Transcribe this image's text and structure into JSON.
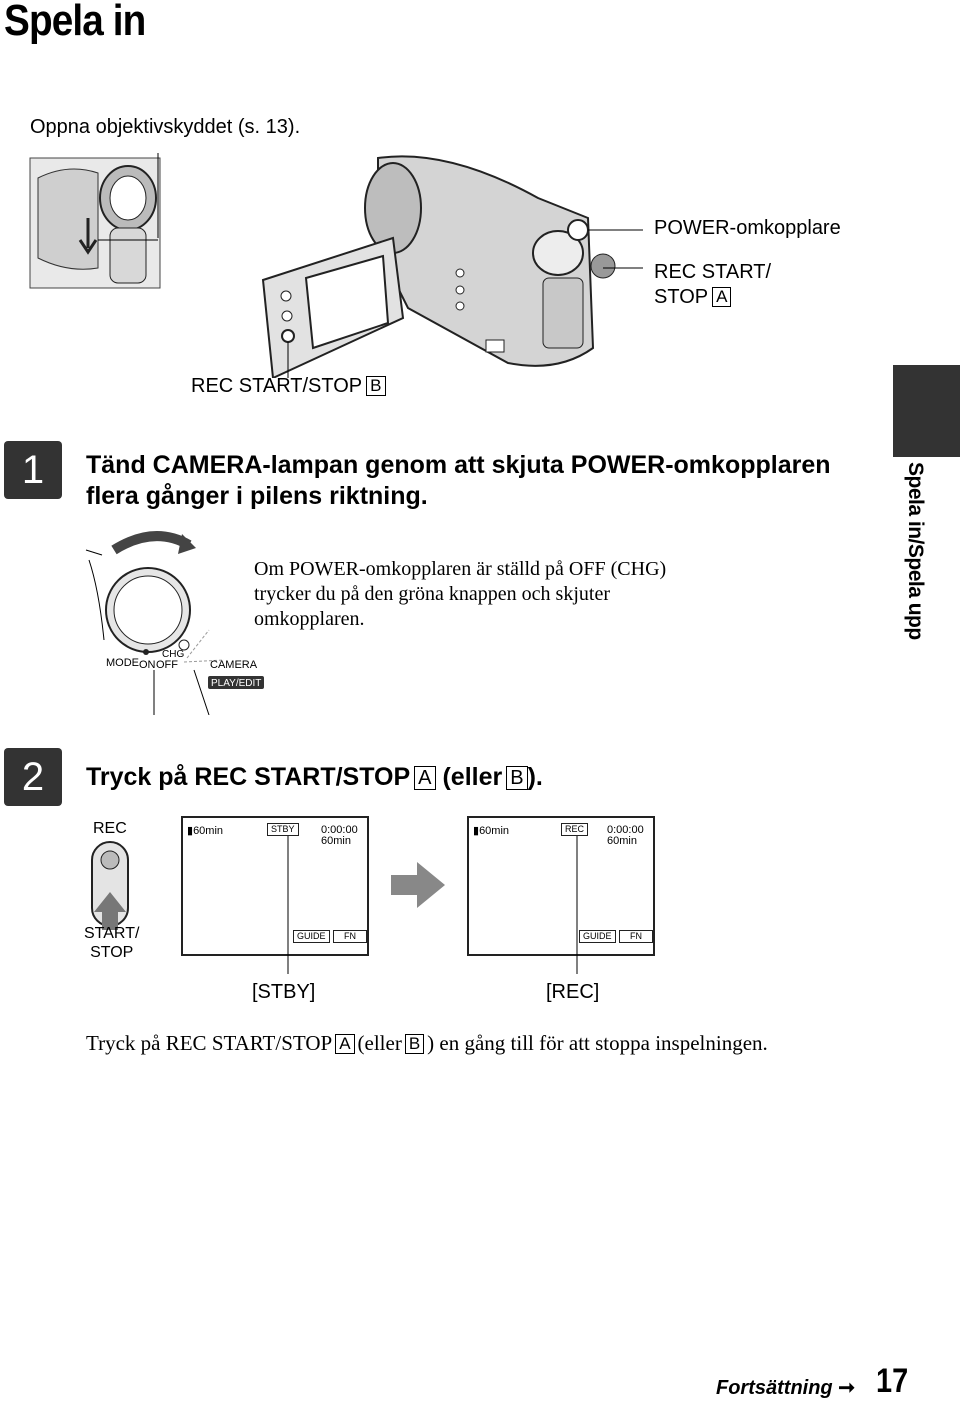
{
  "page": {
    "title": "Spela in",
    "intro": "Oppna objektivskyddet (s. 13).",
    "side_tab": "Spela in/Spela upp"
  },
  "camera_figure": {
    "callout_power": "POWER-omkopplare",
    "callout_rec_a_line1": "REC START/",
    "callout_rec_a_line2": "STOP",
    "letter_a": "A",
    "callout_rec_b": "REC START/STOP",
    "letter_b": "B"
  },
  "step1": {
    "number": "1",
    "heading_line1": "Tänd CAMERA-lampan genom att skjuta POWER-omkopplaren",
    "heading_line2": "flera gånger i pilens riktning.",
    "note_line1": "Om POWER-omkopplaren är ställd på OFF (CHG)",
    "note_line2": "trycker du på den gröna knappen och skjuter",
    "note_line3": "omkopplaren.",
    "dial": {
      "mode": "MODE",
      "on": "ON",
      "off": "OFF",
      "chg": "CHG",
      "camera": "CAMERA",
      "play_edit": "PLAY/EDIT"
    }
  },
  "step2": {
    "number": "2",
    "heading_prefix": "Tryck på REC START/STOP",
    "heading_mid": "(eller",
    "heading_suffix": ").",
    "letter_a": "A",
    "letter_b": "B",
    "button_top_label": "REC",
    "button_bottom_line1": "START/",
    "button_bottom_line2": "STOP",
    "screen_stby": {
      "battery": "60min",
      "status": "STBY",
      "time": "0:00:00",
      "remain": "60min",
      "guide": "GUIDE",
      "fn": "FN",
      "caption": "[STBY]"
    },
    "screen_rec": {
      "battery": "60min",
      "status": "REC",
      "time": "0:00:00",
      "remain": "60min",
      "guide": "GUIDE",
      "fn": "FN",
      "caption": "[REC]"
    },
    "final_prefix": "Tryck på REC START/STOP",
    "final_mid": "(eller",
    "final_suffix": ") en gång till för att stoppa inspelningen."
  },
  "footer": {
    "continue": "Fortsättning",
    "page_number": "17"
  }
}
